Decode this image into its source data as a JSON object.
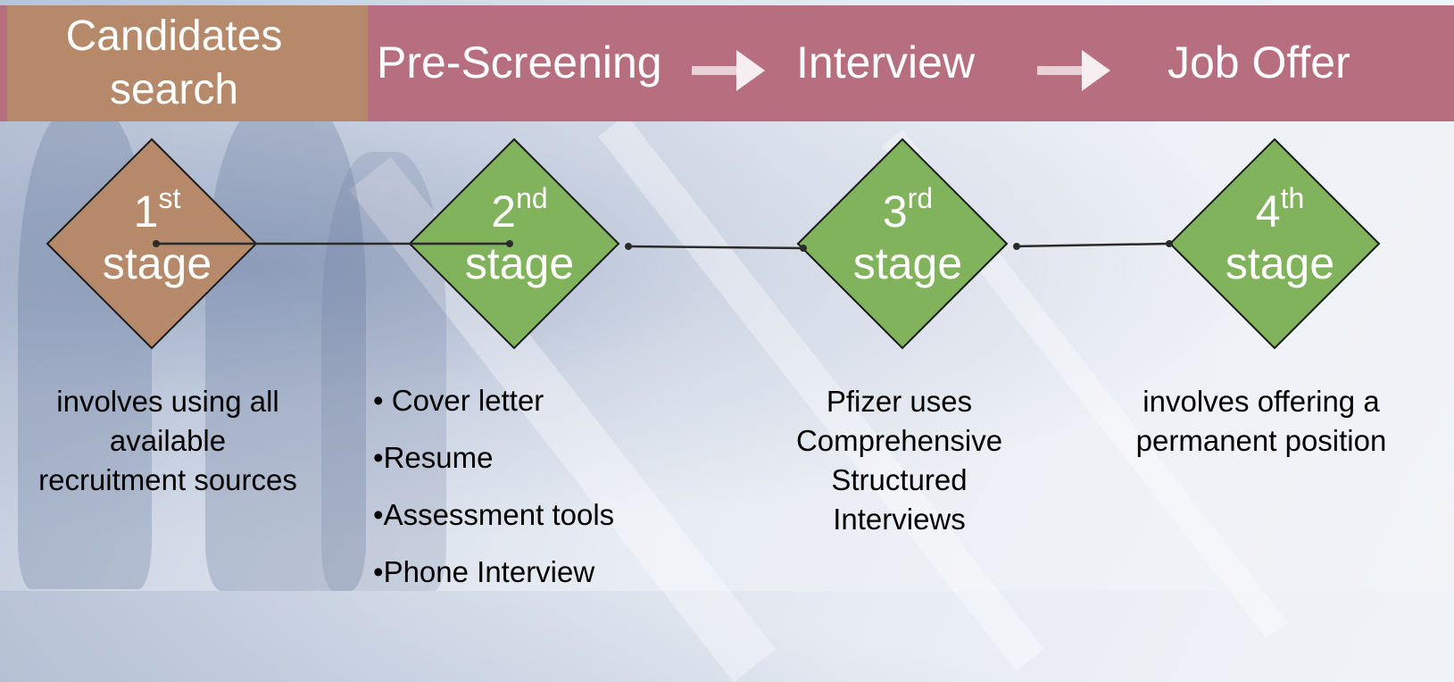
{
  "colors": {
    "header_band": "#b76f80",
    "header_first": "#b5896a",
    "stage_1": "#b5896a",
    "stage_other": "#80b35c"
  },
  "header": {
    "steps": [
      "Candidates search",
      "Pre-Screening",
      "Interview",
      "Job Offer"
    ]
  },
  "stages": [
    {
      "number": "1",
      "suffix": "st",
      "word": "stage"
    },
    {
      "number": "2",
      "suffix": "nd",
      "word": "stage"
    },
    {
      "number": "3",
      "suffix": "rd",
      "word": "stage"
    },
    {
      "number": "4",
      "suffix": "th",
      "word": "stage"
    }
  ],
  "descriptions": {
    "stage_1": "involves using all available recruitment sources",
    "stage_2_items": [
      "Cover letter",
      "Resume",
      "Assessment tools",
      "Phone Interview"
    ],
    "stage_3": "Pfizer uses Comprehensive Structured Interviews",
    "stage_4": "involves offering a permanent position"
  }
}
